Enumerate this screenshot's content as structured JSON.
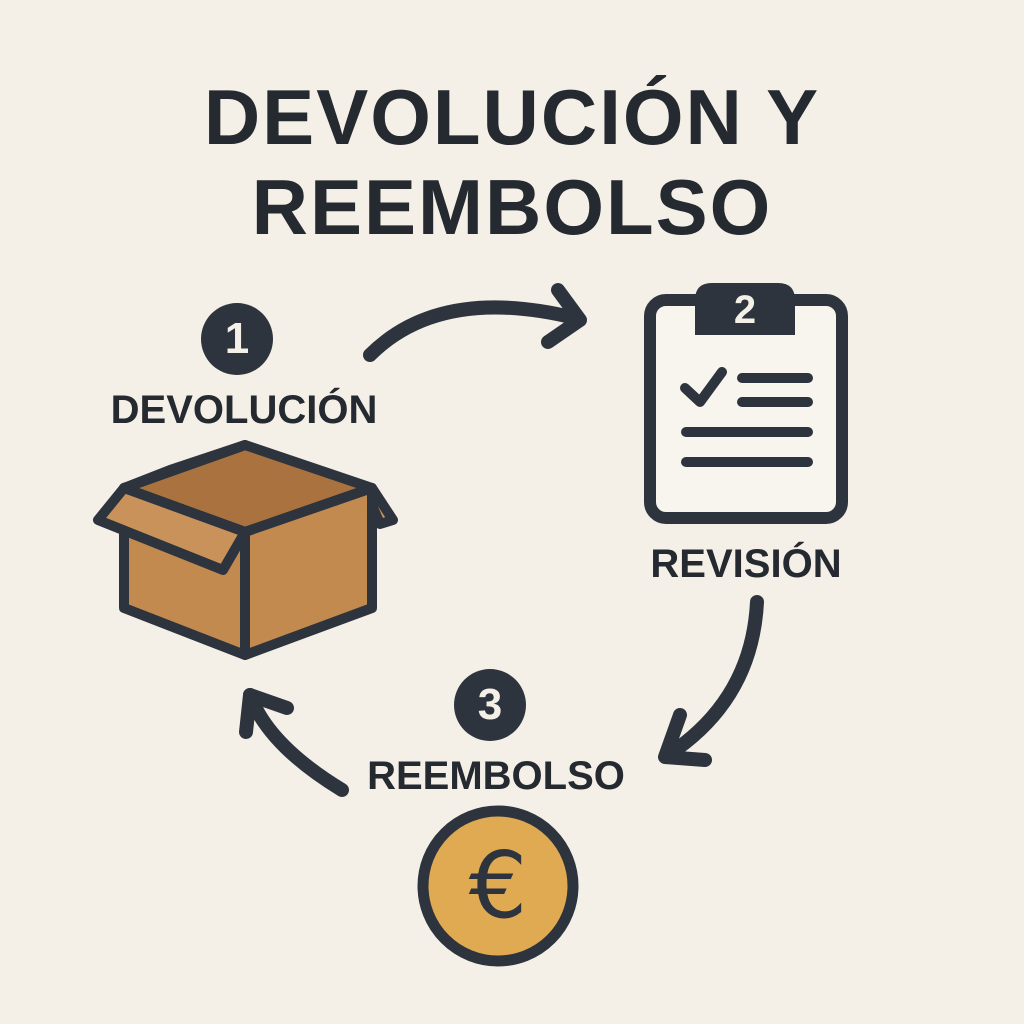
{
  "title": {
    "line1": "DEVOLUCIÓN Y",
    "line2": "REEMBOLSO"
  },
  "steps": [
    {
      "number": "1",
      "label": "DEVOLUCIÓN",
      "icon": "open-box-icon"
    },
    {
      "number": "2",
      "label": "REVISIÓN",
      "icon": "clipboard-checklist-icon"
    },
    {
      "number": "3",
      "label": "REEMBOLSO",
      "icon": "euro-coin-icon"
    }
  ],
  "coin": {
    "symbol": "€"
  },
  "colors": {
    "background": "#f4f0e8",
    "ink": "#2d343d",
    "box": "#c28a4e",
    "coin": "#e0aa52"
  }
}
